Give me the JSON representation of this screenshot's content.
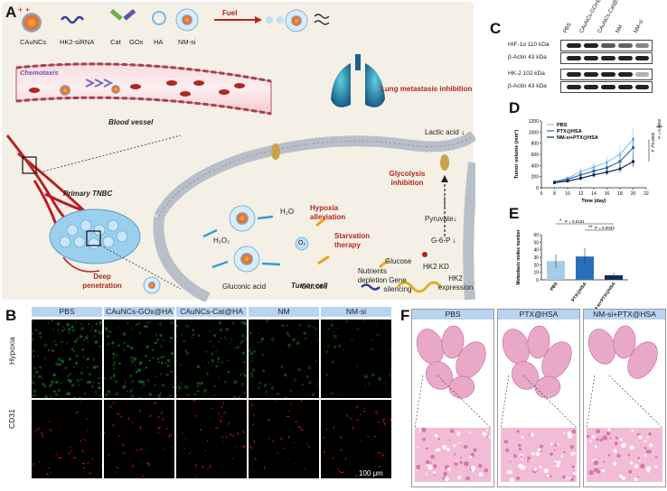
{
  "panels": {
    "A": "A",
    "B": "B",
    "C": "C",
    "D": "D",
    "E": "E",
    "F": "F"
  },
  "flow": {
    "caunc": "CAuNCs",
    "sirna": "HK2-siRNA",
    "cat": "Cat",
    "gox": "GOx",
    "ha": "HA",
    "nmsi": "NM-si",
    "fuel": "Fuel"
  },
  "labels": {
    "chemotaxis": "Chemotaxis",
    "blood_vessel": "Blood vessel",
    "lung": "Lung metastasis inhibition",
    "primary": "Primary TNBC",
    "deep": "Deep penetration",
    "tumor_cell": "Tumor cell",
    "hypoxia_alleviation": "Hypoxia alleviation",
    "starvation": "Starvation therapy",
    "glycolysis": "Glycolysis inhibition",
    "lactic": "Lactic acid ↓",
    "pyruvate": "Pyruvate↓",
    "g6p": "G-6-P ↓",
    "glucose1": "Glucose",
    "glucose2": "Glucose",
    "hk2kd": "HK2 KD",
    "h2o2": "H₂O₂",
    "h2o": "H₂O",
    "o2": "O₂",
    "gluconic": "Gluconic acid",
    "nutrients": "Nutrients depletion",
    "gene_silencing": "Gene silencing",
    "hk2_expression": "HK2 expression"
  },
  "western": {
    "columns": [
      "PBS",
      "CAuNCs-GOx@HA",
      "CAuNCs-Cat@HA",
      "NM",
      "NM-si"
    ],
    "rows": [
      "HIF-1α 110 kDa",
      "β-Actin 43 kDa",
      "HK-2 102 kDa",
      "β-Actin 43 kDa"
    ]
  },
  "microscopy": {
    "columns": [
      "PBS",
      "CAuNCs-GOx@HA",
      "CAuNCs-Cat@HA",
      "NM",
      "NM-si"
    ],
    "rows": [
      "Hypoxia",
      "CD31"
    ],
    "scale": "100 μm",
    "colors": {
      "hypoxia": "#1f8a2a",
      "cd31": "#d0181c"
    }
  },
  "chart_data": [
    {
      "type": "line",
      "ylabel": "Tumor volume (mm³)",
      "xlabel": "Time (day)",
      "xticks": [
        6,
        8,
        10,
        12,
        14,
        16,
        18,
        20,
        22
      ],
      "yticks": [
        0,
        200,
        400,
        600,
        800,
        1000,
        1200
      ],
      "ylim": [
        0,
        1200
      ],
      "xlim": [
        6,
        22
      ],
      "x": [
        8,
        10,
        12,
        14,
        16,
        18,
        20
      ],
      "series": [
        {
          "name": "PBS",
          "color": "#8cc4e8",
          "values": [
            110,
            170,
            290,
            370,
            460,
            600,
            870
          ]
        },
        {
          "name": "PTX@HSA",
          "color": "#2c6cb0",
          "values": [
            100,
            150,
            230,
            300,
            360,
            470,
            720
          ]
        },
        {
          "name": "NM-si+PTX@HSA",
          "color": "#102a52",
          "values": [
            90,
            120,
            170,
            230,
            280,
            340,
            470
          ]
        }
      ],
      "annotations": [
        "*",
        "P = 0.0065",
        "***",
        "P = 0.0002"
      ],
      "legend": "top-left"
    },
    {
      "type": "bar",
      "ylabel": "Metastasis nodes number",
      "categories": [
        "PBS",
        "PTX@HSA",
        "NM-si+PTX@HSA"
      ],
      "values": [
        25,
        31,
        6
      ],
      "errors": [
        9,
        11,
        3
      ],
      "colors": [
        "#a6cde8",
        "#2a70b8",
        "#0d2d5e"
      ],
      "yticks": [
        0,
        10,
        20,
        30,
        40,
        50,
        60
      ],
      "ylim": [
        0,
        60
      ],
      "annotations": [
        "*",
        "P = 0.0161",
        "**",
        "P = 0.0033"
      ]
    }
  ],
  "histology": {
    "columns": [
      "PBS",
      "PTX@HSA",
      "NM-si+PTX@HSA"
    ]
  }
}
